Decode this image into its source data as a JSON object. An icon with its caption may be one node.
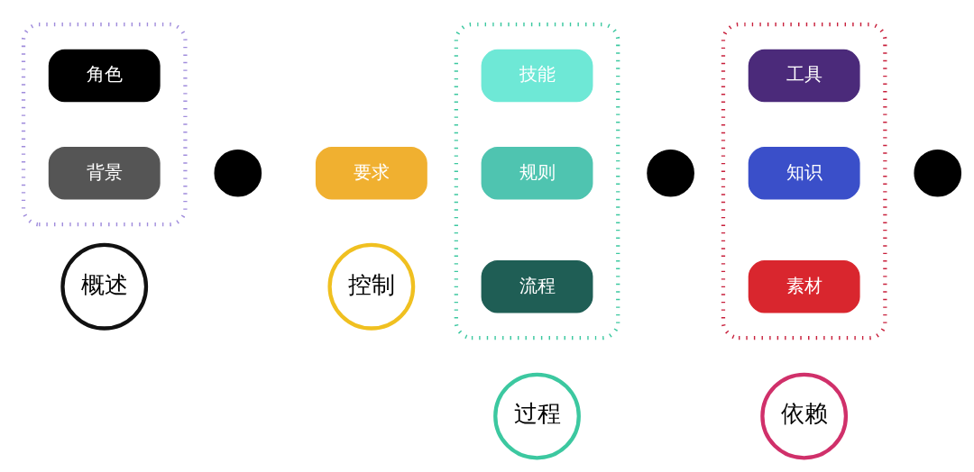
{
  "diagram": {
    "nodes": [
      {
        "text": [],
        "shape": "box"
      },
      {
        "text": [
          "角色"
        ],
        "in": 0
      },
      {
        "text": [
          "背景"
        ],
        "in": 0
      },
      {
        "text": [],
        "shape": "circle"
      },
      {
        "text": [],
        "shape": "box"
      },
      {
        "text": [
          "技能"
        ],
        "in": 4
      },
      {
        "text": [
          "规则"
        ],
        "in": 4
      },
      {
        "text": [
          "流程"
        ],
        "in": 4
      },
      {
        "text": [],
        "shape": "circle"
      },
      {
        "text": [],
        "shape": "box"
      },
      {
        "text": [
          "工具"
        ],
        "in": 9
      },
      {
        "text": [
          "知识"
        ],
        "in": 9
      },
      {
        "text": [
          "素材"
        ],
        "in": 9
      },
      {
        "text": [],
        "shape": "circle"
      },
      {
        "text": [
          "要求"
        ]
      },
      {
        "text": [
          "概述"
        ]
      },
      {
        "text": [
          "过程"
        ]
      },
      {
        "text": [
          "依赖"
        ]
      },
      {
        "text": [
          "控制"
        ]
      }
    ],
    "edges": []
  }
}
